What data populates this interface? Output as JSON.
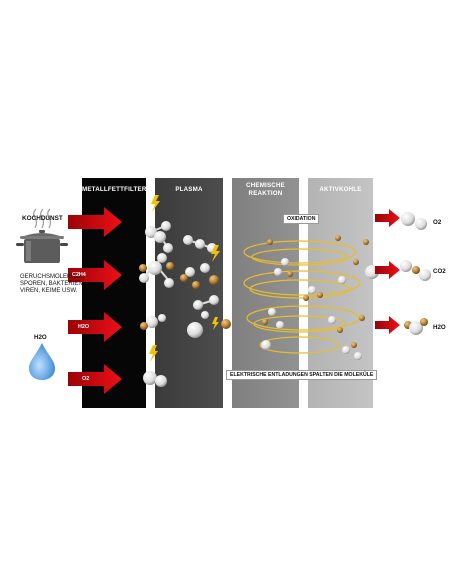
{
  "panels": {
    "filter": "METALLFETTFILTER",
    "plasma": "PLASMA",
    "chem_1": "CHEMISCHE",
    "chem_2": "REAKTION",
    "akt": "AKTIVKOHLE"
  },
  "source": {
    "title": "KOCHDUNST",
    "desc_1": "GERUCHSMOLEKÜLE,",
    "desc_2": "SPOREN, BAKTERIEN,",
    "desc_3": "VIREN, KEIME USW."
  },
  "water_label": "H2O",
  "inputs": [
    "C2H4",
    "H2O",
    "O2"
  ],
  "tags": {
    "oxidation": "OXIDATION",
    "discharge": "ELEKTRISCHE ENTLADUNGEN SPALTEN DIE MOLEKÜLE"
  },
  "outputs": [
    "O2",
    "CO2",
    "H2O"
  ],
  "colors": {
    "arrow_red": "#e3070d",
    "carbon_gold": "#b8863b",
    "lightning_yellow": "#f2c200",
    "ring_yellow": "#e8bd2c",
    "water_blue": "#4a9be0"
  }
}
